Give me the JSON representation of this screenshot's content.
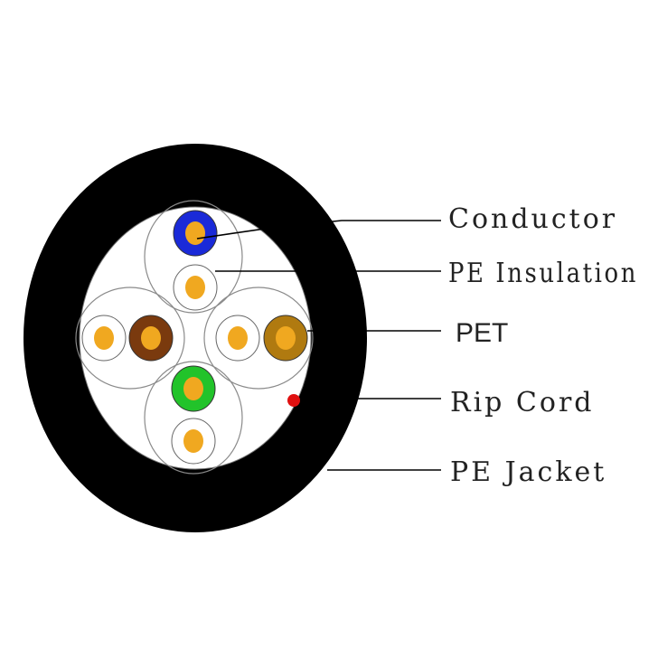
{
  "labels": {
    "conductor": "Conductor",
    "pe_insulation": "PE Insulation",
    "pet": "PET",
    "rip_cord": "Rip Cord",
    "pe_jacket": "PE Jacket"
  },
  "colors": {
    "jacket": "#000000",
    "conductor": "#f0a820",
    "blue": "#1a2ad8",
    "brown": "#7a3a0e",
    "green": "#22c32a",
    "tan": "#b07a10",
    "white_insulation": "#ffffff",
    "rip_cord": "#e01010",
    "line": "#000000"
  }
}
